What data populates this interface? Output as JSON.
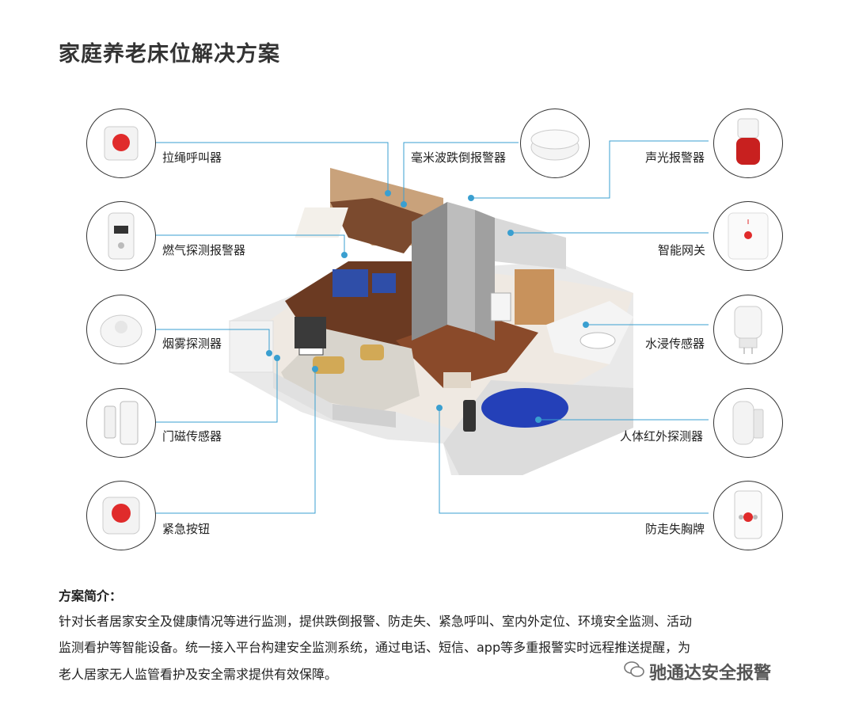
{
  "title": "家庭养老床位解决方案",
  "devices_left": [
    {
      "label": "拉绳呼叫器",
      "icon": "pull-cord-call-icon"
    },
    {
      "label": "燃气探测报警器",
      "icon": "gas-detector-icon"
    },
    {
      "label": "烟雾探测器",
      "icon": "smoke-detector-icon"
    },
    {
      "label": "门磁传感器",
      "icon": "door-sensor-icon"
    },
    {
      "label": "紧急按钮",
      "icon": "emergency-button-icon"
    }
  ],
  "device_center": {
    "label": "毫米波跌倒报警器",
    "icon": "mmwave-fall-alarm-icon"
  },
  "devices_right": [
    {
      "label": "声光报警器",
      "icon": "strobe-siren-icon"
    },
    {
      "label": "智能网关",
      "icon": "smart-gateway-icon"
    },
    {
      "label": "水浸传感器",
      "icon": "water-leak-sensor-icon"
    },
    {
      "label": "人体红外探测器",
      "icon": "pir-detector-icon"
    },
    {
      "label": "防走失胸牌",
      "icon": "anti-wandering-badge-icon"
    }
  ],
  "intro": {
    "heading": "方案简介：",
    "lines": [
      "针对长者居家安全及健康情况等进行监测，提供跌倒报警、防走失、紧急呼叫、室内外定位、环境安全监测、活动",
      "监测看护等智能设备。统一接入平台构建安全监测系统，通过电话、短信、app等多重报警实时远程推送提醒，为",
      "老人居家无人监管看护及安全需求提供有效保障。"
    ]
  },
  "watermark": "驰通达安全报警",
  "colors": {
    "line": "#3a9fd0",
    "dot": "#3a9fd0",
    "circle_border": "#333333"
  }
}
